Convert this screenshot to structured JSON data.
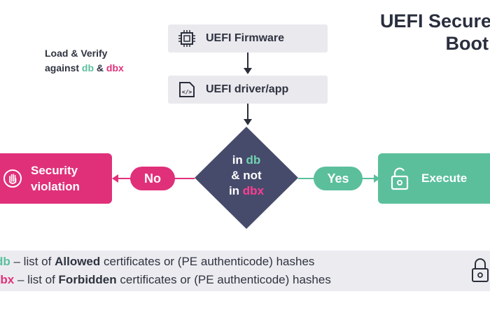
{
  "title": {
    "line1": "UEFI Secure",
    "line2": "Boot"
  },
  "note": {
    "line1": "Load & Verify",
    "line2_prefix": "against",
    "db": "db",
    "amp": "&",
    "dbx": "dbx"
  },
  "steps": [
    {
      "label": "UEFI Firmware",
      "icon": "chip-icon"
    },
    {
      "label": "UEFI driver/app",
      "icon": "code-icon"
    }
  ],
  "decision": {
    "line1_prefix": "in",
    "line1_key": "db",
    "line2": "& not",
    "line3_prefix": "in",
    "line3_key": "dbx"
  },
  "branches": {
    "no_label": "No",
    "yes_label": "Yes"
  },
  "outcomes": {
    "violation": {
      "line1": "Security",
      "line2": "violation",
      "icon": "stop-hand-icon"
    },
    "execute": {
      "label": "Execute",
      "icon": "unlocked-padlock-icon"
    }
  },
  "legend": {
    "db_key": "db",
    "db_sep": " – list of ",
    "db_bold": "Allowed",
    "db_rest": " certificates or (PE authenticode) hashes",
    "dbx_key": "dbx",
    "dbx_sep": " – list of ",
    "dbx_bold": "Forbidden",
    "dbx_rest": " certificates or (PE authenticode) hashes",
    "icon": "padlock-icon"
  },
  "colors": {
    "green": "#5bbf9c",
    "pink": "#e0307a",
    "navy": "#474b6b",
    "gray_box": "#e9e9ee"
  }
}
